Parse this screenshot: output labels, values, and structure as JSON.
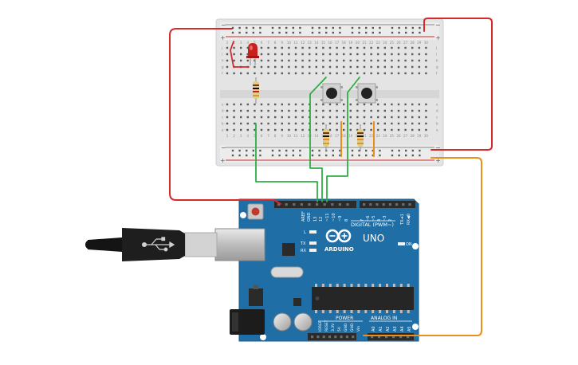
{
  "breadboard": {
    "columns": [
      "1",
      "2",
      "3",
      "4",
      "5",
      "6",
      "7",
      "8",
      "9",
      "10",
      "11",
      "12",
      "13",
      "14",
      "15",
      "16",
      "17",
      "18",
      "19",
      "20",
      "21",
      "22",
      "23",
      "24",
      "25",
      "26",
      "27",
      "28",
      "29",
      "30"
    ],
    "rows_top": [
      "j",
      "i",
      "h",
      "g",
      "f"
    ],
    "rows_bottom": [
      "e",
      "d",
      "c",
      "b",
      "a"
    ],
    "rail_minus": "−",
    "rail_plus": "+"
  },
  "arduino": {
    "brand": "ARDUINO",
    "model": "UNO",
    "on_label": "ON",
    "l_label": "L",
    "tx_label": "TX",
    "rx_label": "RX",
    "digital_label": "DIGITAL (PWM~)",
    "power_label": "POWER",
    "analog_label": "ANALOG IN",
    "tx_pin": "TX➔1",
    "rx_pin": "RX◀0",
    "top_pins": [
      "AREF",
      "GND",
      "13",
      "12",
      "~11",
      "~10",
      "~9",
      "8",
      "7",
      "~6",
      "~5",
      "4",
      "~3",
      "2"
    ],
    "power_pins": [
      "IOREF",
      "RESET",
      "3.3V",
      "5V",
      "GND",
      "GND",
      "Vin"
    ],
    "analog_pins": [
      "A0",
      "A1",
      "A2",
      "A3",
      "A4",
      "A5"
    ]
  },
  "colors": {
    "board_blue": "#1f6fa6",
    "wire_red": "#d42a2a",
    "wire_green": "#2fae45",
    "wire_orange": "#e8901c",
    "led_red": "#c8201c",
    "button_black": "#222222"
  }
}
